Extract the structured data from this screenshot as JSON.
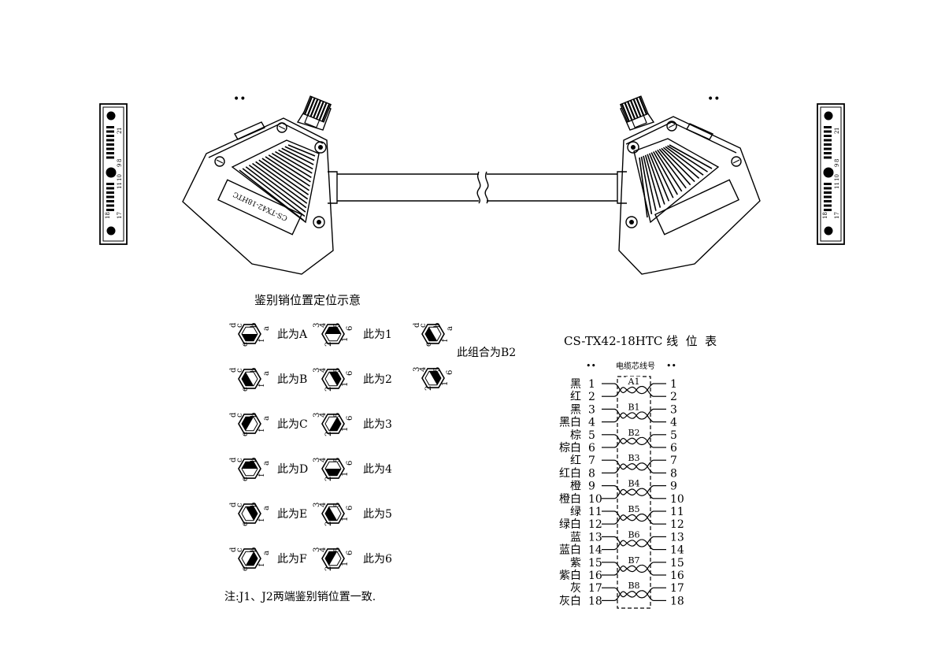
{
  "connector_left": {
    "label": "CS-TX42-18HTC",
    "marks": "••"
  },
  "connector_right": {
    "marks": "••"
  },
  "pin_strip": {
    "top_nums": [
      "1",
      "9"
    ],
    "bottom_nums": [
      "17",
      "18"
    ],
    "mid_nums": [
      "11",
      "10"
    ],
    "right_nums": [
      "8",
      "2"
    ]
  },
  "keying": {
    "title": "鉴别销位置定位示意",
    "letter_positions": [
      "A",
      "B",
      "C",
      "D",
      "E",
      "F"
    ],
    "letter_label_prefix": "此为",
    "number_positions": [
      "1",
      "2",
      "3",
      "4",
      "5",
      "6"
    ],
    "combo_label": "此组合为B2",
    "note": "注:J1、J2两端鉴别销位置一致.",
    "hex_letters": [
      "d",
      "c",
      "b",
      "a",
      "f",
      "e"
    ],
    "hex_numbers": [
      "3",
      "4",
      "5",
      "6",
      "1",
      "2"
    ]
  },
  "wire_table": {
    "title": "CS-TX42-18HTC 线  位  表",
    "header": "电缆芯线号",
    "left_mark": "••",
    "right_mark": "••",
    "colors": [
      "黑",
      "红",
      "黑",
      "黑白",
      "棕",
      "棕白",
      "红",
      "红白",
      "橙",
      "橙白",
      "绿",
      "绿白",
      "蓝",
      "蓝白",
      "紫",
      "紫白",
      "灰",
      "灰白"
    ],
    "pins": [
      "1",
      "2",
      "3",
      "4",
      "5",
      "6",
      "7",
      "8",
      "9",
      "10",
      "11",
      "12",
      "13",
      "14",
      "15",
      "16",
      "17",
      "18"
    ],
    "pairs": [
      "A1",
      "B1",
      "B2",
      "B3",
      "B4",
      "B5",
      "B6",
      "B7",
      "B8"
    ]
  }
}
